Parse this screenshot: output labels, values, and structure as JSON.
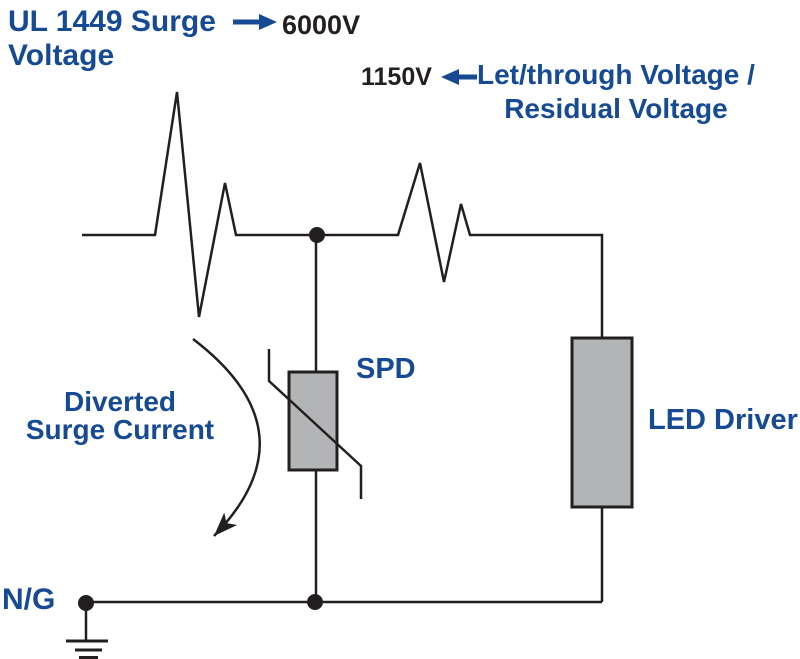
{
  "colors": {
    "accent_blue": "#164A93",
    "ink_black": "#231F20",
    "component_gray": "#B2B4B6",
    "background": "#FFFFFF"
  },
  "surge_annotation": {
    "title_line1": "UL 1449 Surge",
    "title_line2": "Voltage",
    "arrow_icon": "right-arrow",
    "value": "6000V"
  },
  "let_through_annotation": {
    "value": "1150V",
    "arrow_icon": "left-arrow",
    "label_line1": "Let/through Voltage /",
    "label_line2": "Residual Voltage"
  },
  "diverted_annotation": {
    "line1": "Diverted",
    "line2": "Surge Current",
    "arrow_icon": "curved-down-arrow"
  },
  "components": {
    "spd_label": "SPD",
    "led_driver_label": "LED Driver",
    "neutral_ground_label": "N/G",
    "ground_icon": "earth-ground-symbol",
    "spd_symbol": "varistor-symbol",
    "surge_waveform": "spike-waveform"
  }
}
